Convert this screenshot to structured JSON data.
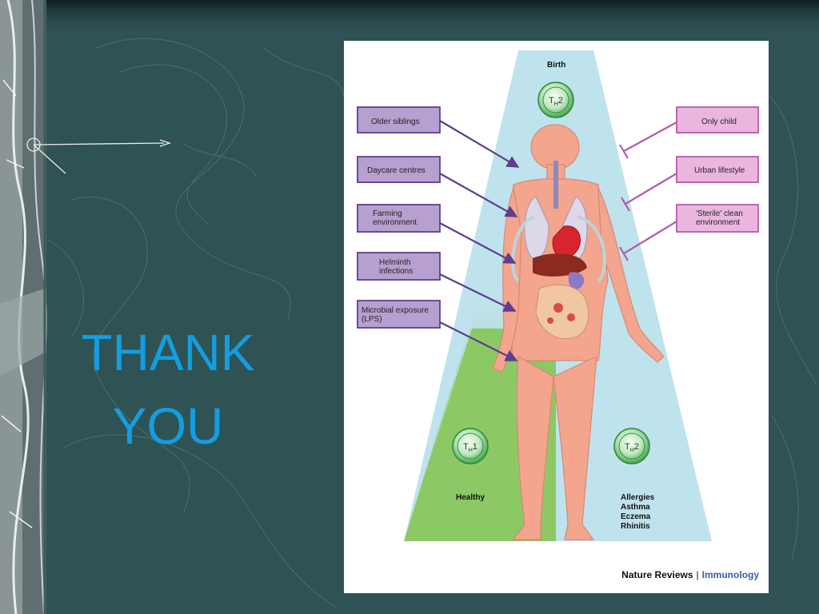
{
  "slide": {
    "title_line1": "THANK",
    "title_line2": "YOU",
    "colors": {
      "background": "#2f5254",
      "title": "#129ee0",
      "left_factor_box": "#b79fd0",
      "right_factor_box": "#eab6e0",
      "healthy_green": "#8cc864",
      "allergy_blue": "#bfe3ec",
      "body_skin": "#f3a58e"
    }
  },
  "figure": {
    "top_label": "Birth",
    "top_cell": {
      "main": "T",
      "sub": "H",
      "suffix": "2"
    },
    "left_factors": [
      {
        "line1": "Older siblings",
        "line2": ""
      },
      {
        "line1": "Daycare centres",
        "line2": ""
      },
      {
        "line1": "Farming",
        "line2": "environment"
      },
      {
        "line1": "Helminth",
        "line2": "infections"
      },
      {
        "line1": "Microbial exposure",
        "line2": "(LPS)"
      }
    ],
    "right_factors": [
      {
        "line1": "Only child",
        "line2": ""
      },
      {
        "line1": "Urban lifestyle",
        "line2": ""
      },
      {
        "line1": "'Sterile' clean",
        "line2": "environment"
      }
    ],
    "bottom_left_cell": {
      "main": "T",
      "sub": "H",
      "suffix": "1"
    },
    "bottom_right_cell": {
      "main": "T",
      "sub": "H",
      "suffix": "2"
    },
    "healthy_label": "Healthy",
    "outcomes": [
      "Allergies",
      "Asthma",
      "Eczema",
      "Rhinitis"
    ],
    "credit_source": "Nature Reviews",
    "credit_separator": "|",
    "credit_journal": "Immunology"
  }
}
